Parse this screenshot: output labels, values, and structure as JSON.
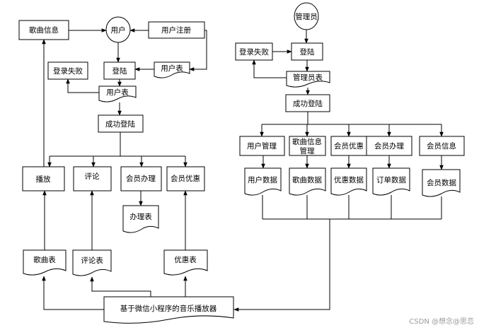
{
  "left_flow": {
    "song_info": "歌曲信息",
    "user": "用户",
    "user_register": "用户注册",
    "login_fail": "登录失败",
    "login": "登陆",
    "user_table_right": "用户表",
    "user_table_mid": "用户表",
    "login_success": "成功登陆",
    "play": "播放",
    "comment": "评论",
    "member_handle": "会员办理",
    "member_discount": "会员优惠",
    "handle_table": "办理表",
    "song_table": "歌曲表",
    "comment_table": "评论表",
    "discount_table": "优惠表"
  },
  "right_flow": {
    "admin": "管理员",
    "login_fail": "登录失败",
    "login": "登陆",
    "admin_table": "管理员表",
    "login_success": "成功登陆",
    "user_mgmt": "用户管理",
    "song_mgmt_line1": "歌曲信息",
    "song_mgmt_line2": "管理",
    "member_discount": "会员优惠",
    "member_handle": "会员办理",
    "member_info": "会员信息",
    "user_data": "用户数据",
    "song_data": "歌曲数据",
    "discount_data": "优惠数据",
    "order_data": "订单数据",
    "member_data": "会员数据"
  },
  "system": {
    "name": "基于微信小程序的音乐播放器"
  },
  "watermark": "CSDN @想念@思恋"
}
